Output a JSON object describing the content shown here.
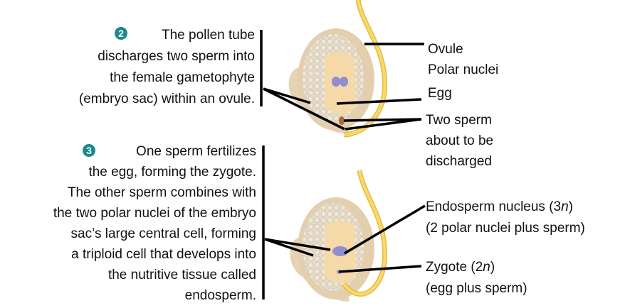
{
  "step2": {
    "number": "2",
    "lines": [
      "The pollen tube",
      "discharges two sperm into",
      "the female gametophyte",
      "(embryo sac) within an ovule."
    ]
  },
  "step3": {
    "number": "3",
    "lines": [
      "One sperm fertilizes",
      "the egg, forming the zygote.",
      "The other sperm combines with",
      "the two polar nuclei of the embryo",
      "sac’s large central cell, forming",
      "a triploid cell that develops into",
      "the nutritive tissue called",
      "endosperm."
    ]
  },
  "labels_top": {
    "ovule": "Ovule",
    "polar_nuclei": "Polar nuclei",
    "egg": "Egg",
    "sperm": [
      "Two sperm",
      "about to be",
      "discharged"
    ]
  },
  "labels_bottom": {
    "endosperm": [
      "Endosperm nucleus (3",
      "n",
      ")"
    ],
    "endosperm_sub": "(2 polar nuclei plus sperm)",
    "zygote": [
      "Zygote (2",
      "n",
      ")"
    ],
    "zygote_sub": "(egg plus sperm)"
  },
  "colors": {
    "badge": "#1a8a8a",
    "ovule": "#e3d2b3",
    "sac": "#f7ddb0",
    "tube": "#f2cd55",
    "nucleus": "#8f8ed0"
  }
}
